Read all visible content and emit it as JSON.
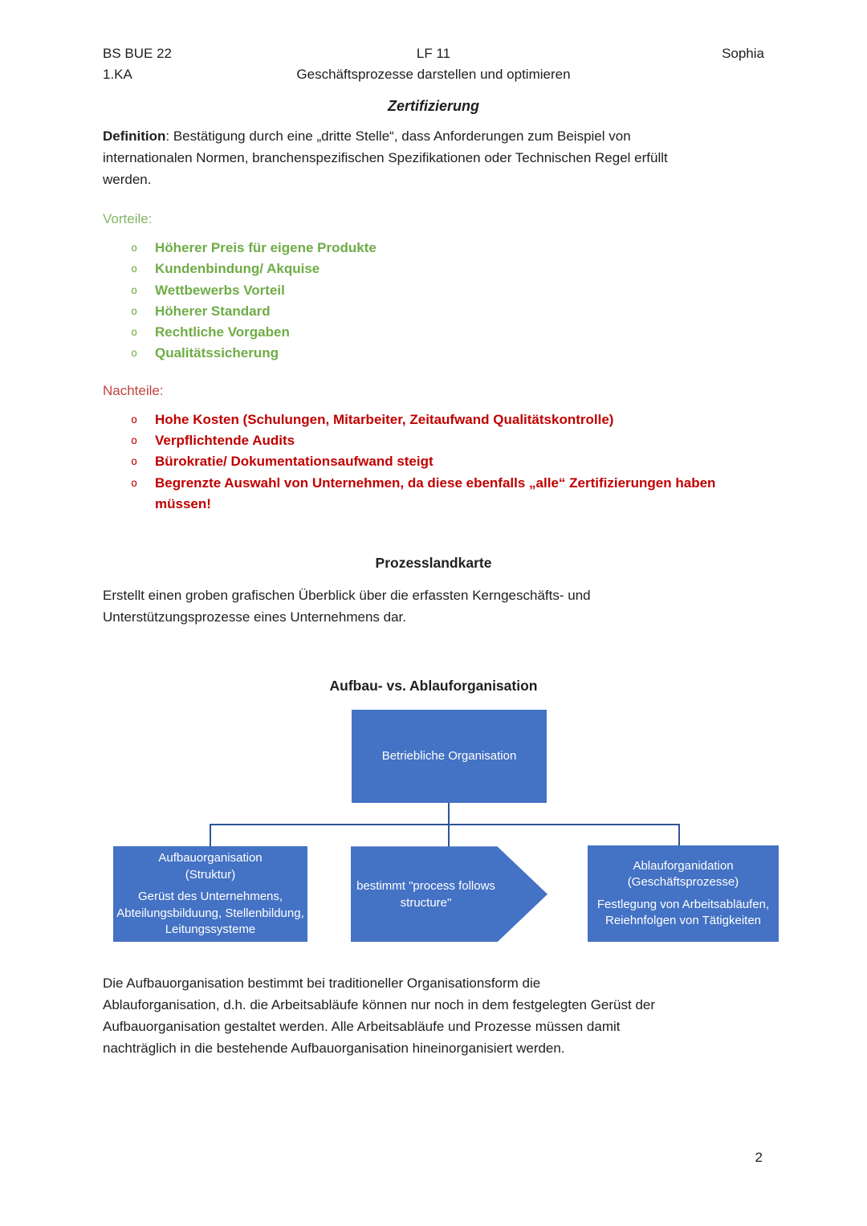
{
  "header": {
    "left_line1": "BS BUE 22",
    "left_line2": "1.KA",
    "center_line1": "LF 11",
    "center_line2": "Geschäftsprozesse darstellen und optimieren",
    "right": "Sophia"
  },
  "certification": {
    "title": "Zertifizierung",
    "definition_bold": "Definition",
    "definition_lines": [
      ": Bestätigung durch eine „dritte Stelle“, dass Anforderungen zum Beispiel von",
      "internationalen Normen, branchenspezifischen Spezifikationen oder Technischen Regel erfüllt",
      "werden."
    ],
    "advantages": {
      "heading": "Vorteile:",
      "bullet": "o",
      "items": [
        "Höherer Preis für eigene Produkte",
        "Kundenbindung/ Akquise",
        "Wettbewerbs Vorteil",
        "Höherer Standard",
        "Rechtliche Vorgaben",
        "Qualitätssicherung"
      ]
    },
    "disadvantages": {
      "heading": "Nachteile:",
      "bullet": "o",
      "items": [
        "Hohe Kosten (Schulungen, Mitarbeiter, Zeitaufwand Qualitätskontrolle)",
        "Verpflichtende Audits",
        "Bürokratie/ Dokumentationsaufwand steigt",
        "Begrenzte Auswahl von Unternehmen, da diese ebenfalls „alle“ Zertifizierungen haben müssen!"
      ]
    }
  },
  "process_map": {
    "title": "Prozesslandkarte",
    "lines": [
      "Erstellt einen groben grafischen Überblick über die erfassten Kerngeschäfts- und",
      "Unterstützungsprozesse eines Unternehmens dar."
    ]
  },
  "organisation": {
    "title": "Aufbau- vs. Ablauforganisation",
    "diagram": {
      "root": "Betriebliche Organisation",
      "left_title": "Aufbauorganisation",
      "left_subtitle": "(Struktur)",
      "left_body": "Gerüst des Unternehmens, Abteilungsbilduung, Stellenbildung, Leitungssysteme",
      "middle": "bestimmt \"process follows structure\"",
      "right_title": "Ablauforganidation",
      "right_subtitle": "(Geschäftsprozesse)",
      "right_body": "Festlegung von Arbeitsabläufen, Reiehnfolgen von Tätigkeiten"
    },
    "paragraph_lines": [
      "Die Aufbauorganisation bestimmt bei traditioneller Organisationsform die",
      "Ablauforganisation, d.h. die Arbeitsabläufe können nur noch in dem festgelegten Gerüst der",
      "Aufbauorganisation gestaltet werden. Alle Arbeitsabläufe und Prozesse müssen damit",
      "nachträglich in die bestehende Aufbauorganisation hineinorganisiert werden."
    ]
  },
  "page_number": "2",
  "colors": {
    "advantage_green": "#6fac47",
    "advantage_heading_green": "#82b566",
    "disadvantage_red": "#c00000",
    "disadvantage_heading_red": "#bf423d",
    "box_blue": "#4472c4",
    "connector_blue": "#2e5597"
  }
}
